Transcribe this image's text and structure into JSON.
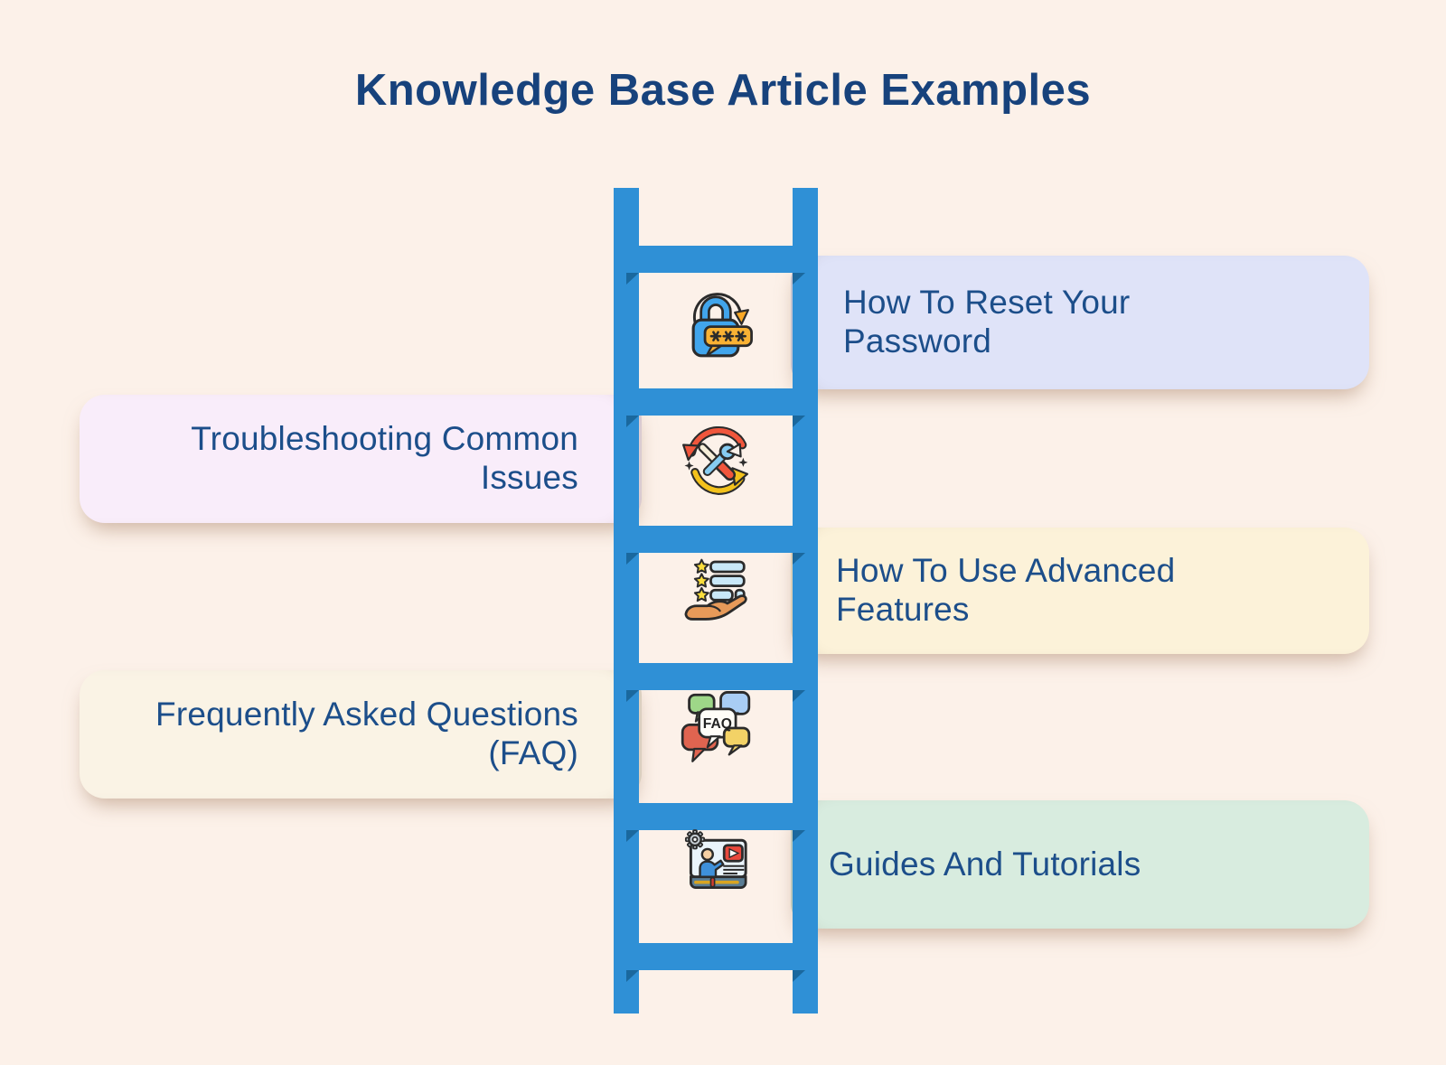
{
  "title": "Knowledge Base Article Examples",
  "colors": {
    "background": "#fcf1e9",
    "ladder": "#2f90d6",
    "ladder_shadow": "#1a689e",
    "title_text": "#17427c",
    "item_text": "#1c4e8a"
  },
  "items": [
    {
      "label": "How To Reset Your Password",
      "side": "right",
      "card_color": "#dfe3f8",
      "icon": "password-lock-icon"
    },
    {
      "label": "Troubleshooting Common Issues",
      "side": "left",
      "card_color": "#f9edfa",
      "icon": "tools-sync-icon"
    },
    {
      "label": "How To Use Advanced Features",
      "side": "right",
      "card_color": "#fcf2d9",
      "icon": "feature-list-hand-icon"
    },
    {
      "label": "Frequently Asked Questions (FAQ)",
      "side": "left",
      "card_color": "#faf3e5",
      "icon": "faq-bubbles-icon"
    },
    {
      "label": "Guides And Tutorials",
      "side": "right",
      "card_color": "#d8ecdf",
      "icon": "video-tutorial-icon"
    }
  ]
}
